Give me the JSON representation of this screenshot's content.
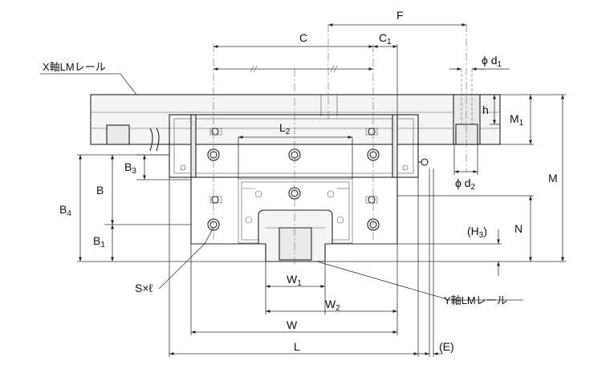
{
  "rails": {
    "x_rail": "X軸LMレール",
    "y_rail": "Y軸LMレール"
  },
  "dimensions": {
    "F": "F",
    "C": "C",
    "C1": {
      "base": "C",
      "sub": "1"
    },
    "d1": {
      "base": "ϕ d",
      "sub": "1"
    },
    "h": "h",
    "M1": {
      "base": "M",
      "sub": "1"
    },
    "M": "M",
    "L2": {
      "base": "L",
      "sub": "2"
    },
    "B3": {
      "base": "B",
      "sub": "3"
    },
    "B": "B",
    "B4": {
      "base": "B",
      "sub": "4"
    },
    "B1": {
      "base": "B",
      "sub": "1"
    },
    "d2": {
      "base": "ϕ d",
      "sub": "2"
    },
    "H3": {
      "open": "(H",
      "sub": "3",
      "close": ")"
    },
    "N": "N",
    "S_l": "S×ℓ",
    "W1": {
      "base": "W",
      "sub": "1"
    },
    "W2": {
      "base": "W",
      "sub": "2"
    },
    "W": "W",
    "L": "L",
    "E": "(E)"
  }
}
